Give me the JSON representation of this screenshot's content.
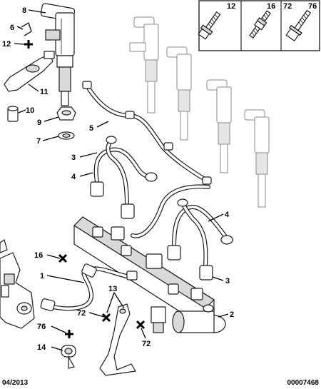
{
  "callouts": {
    "c8": "8",
    "c6": "6",
    "c12": "12",
    "c11": "11",
    "c10": "10",
    "c9": "9",
    "c7": "7",
    "c5": "5",
    "c3a": "3",
    "c4a": "4",
    "c4b": "4",
    "c3b": "3",
    "c16": "16",
    "c1": "1",
    "c13": "13",
    "c72a": "72",
    "c72b": "72",
    "c76": "76",
    "c14": "14",
    "c2": "2"
  },
  "inset": {
    "labels": [
      "12",
      "16",
      "72",
      "76"
    ]
  },
  "footer": {
    "date": "04/2013",
    "ref": "00007468"
  }
}
